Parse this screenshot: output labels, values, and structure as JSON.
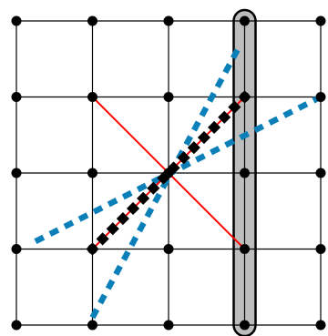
{
  "diagram": {
    "grid": {
      "rows": 5,
      "cols": 5
    },
    "colors": {
      "grid_line": "#000000",
      "node": "#000000",
      "highlight_fill": "#bdbdbd",
      "highlight_stroke": "#000000",
      "solid_line": "#ff0000",
      "dotted_line": "#0b7fb8",
      "diamond_chain": "#000000"
    },
    "highlight": {
      "type": "vertical-capsule",
      "column": 3
    },
    "solid_lines": [
      {
        "from": [
          1,
          1
        ],
        "to": [
          3,
          3
        ]
      }
    ],
    "diamond_chain": {
      "from": [
        1,
        3
      ],
      "to": [
        3,
        1
      ]
    },
    "dotted_lines": [
      {
        "from": [
          0.25,
          2.9
        ],
        "to": [
          4,
          1
        ]
      },
      {
        "from": [
          1,
          3.9
        ],
        "to": [
          2.95,
          0.3
        ]
      }
    ]
  }
}
